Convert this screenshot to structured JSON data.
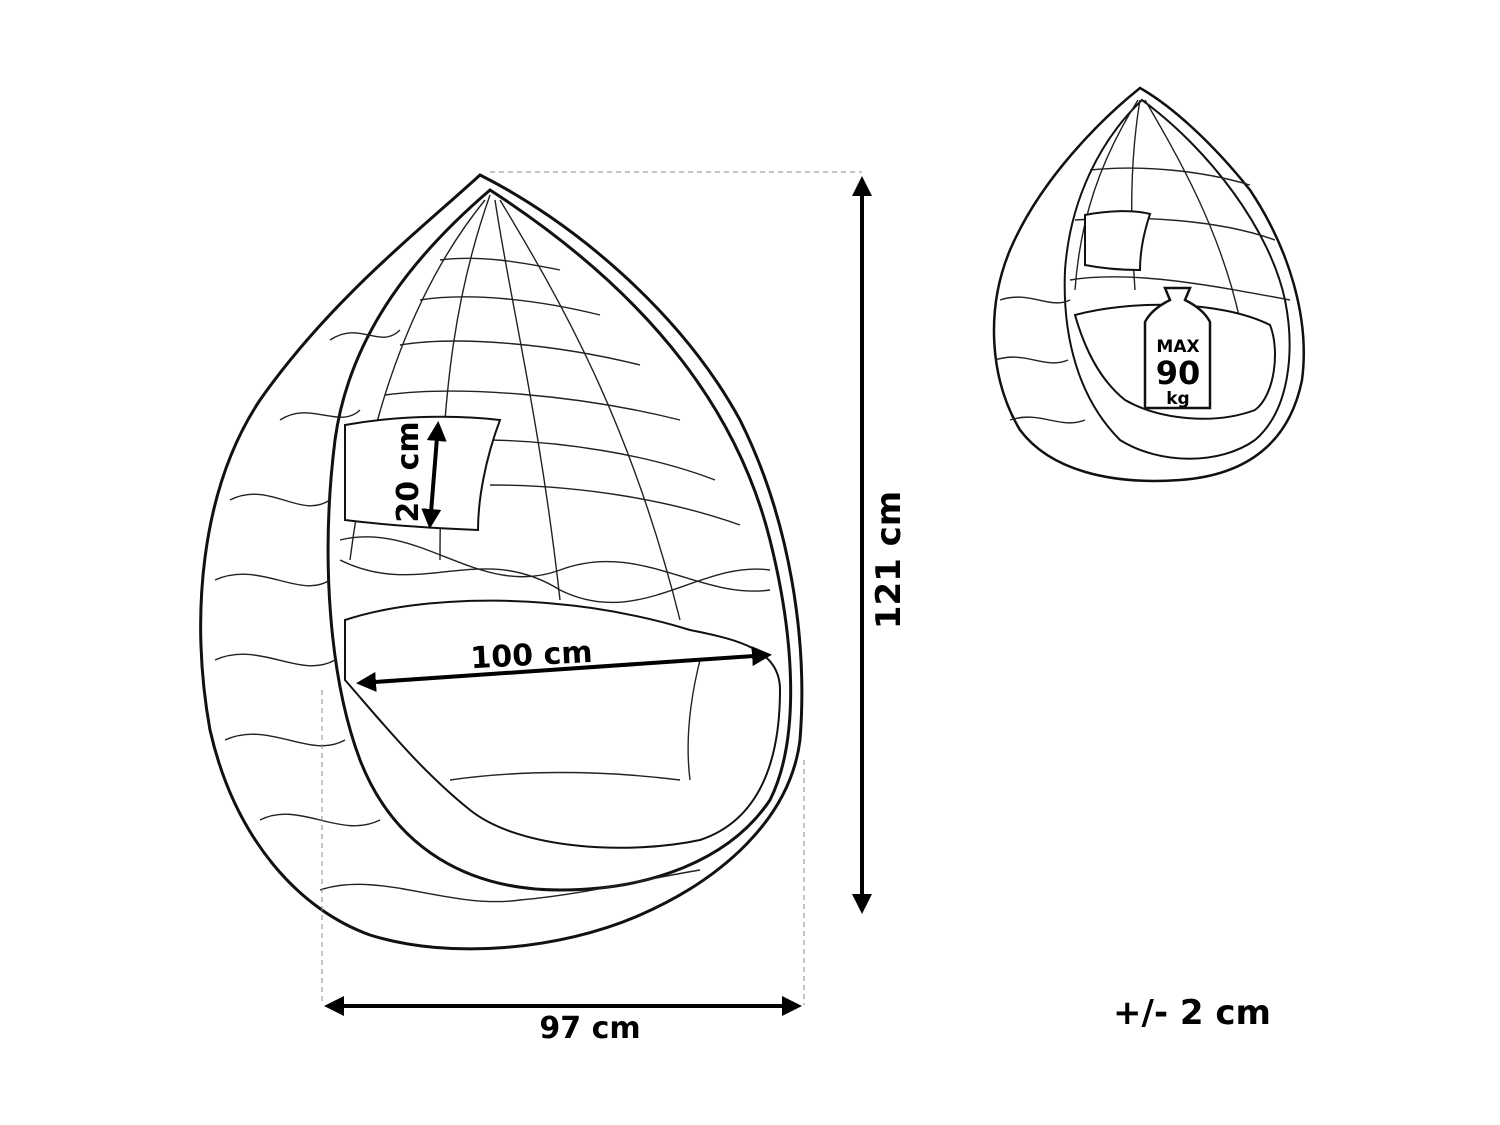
{
  "dimensions": {
    "height": "121 cm",
    "width": "97 cm",
    "seat_width": "100 cm",
    "pillow_height": "20 cm",
    "tolerance": "+/- 2 cm"
  },
  "weight_badge": {
    "line1": "MAX",
    "line2": "90",
    "line3": "kg"
  }
}
